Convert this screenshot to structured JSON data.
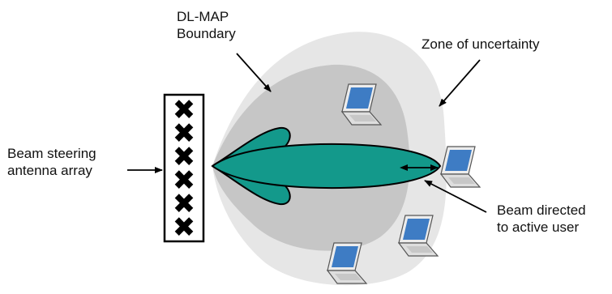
{
  "labels": {
    "dlmap_line1": "DL-MAP",
    "dlmap_line2": "Boundary",
    "zone": "Zone of uncertainty",
    "beam_steering_line1": "Beam steering",
    "beam_steering_line2": "antenna array",
    "beam_directed_line1": "Beam directed",
    "beam_directed_line2": "to active user"
  },
  "colors": {
    "zone_fill": "#e6e6e6",
    "boundary_fill": "#c6c6c6",
    "beam_fill": "#13998b",
    "beam_stroke": "#000000",
    "laptop_screen": "#3e7cc4",
    "laptop_body": "#dedede"
  },
  "antenna": {
    "elements": 6,
    "element_icon": "x-icon"
  },
  "laptops": {
    "count": 4,
    "icon": "laptop-icon"
  }
}
